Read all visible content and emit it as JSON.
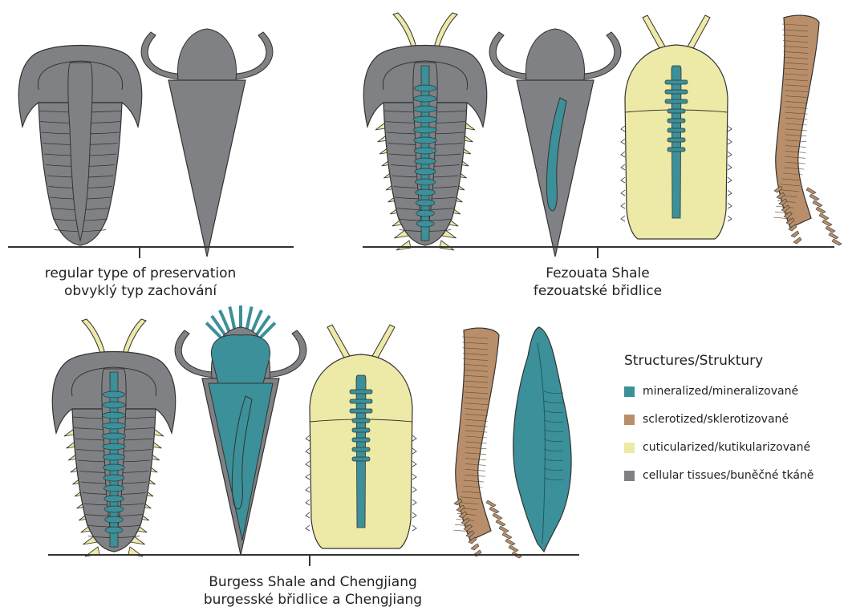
{
  "captions": {
    "regular": {
      "en": "regular type of preservation",
      "cs": "obvyklý typ zachování"
    },
    "fezouata": {
      "en": "Fezouata Shale",
      "cs": "fezouatské břidlice"
    },
    "burgess": {
      "en": "Burgess Shale and Chengjiang",
      "cs": "burgesské břidlice a Chengjiang"
    }
  },
  "legend": {
    "title": "Structures/Struktury",
    "items": [
      {
        "label": "mineralized/mineralizované",
        "color": "#3b9099"
      },
      {
        "label": "sclerotized/sklerotizované",
        "color": "#b88f6a"
      },
      {
        "label": "cuticularized/kutikularizované",
        "color": "#ede9a6"
      },
      {
        "label": "cellular tissues/buněčné tkáně",
        "color": "#808184"
      }
    ]
  },
  "colors": {
    "mineralized": "#3b9099",
    "sclerotized": "#b88f6a",
    "cuticularized": "#ede9a6",
    "cellular": "#808184",
    "stroke": "#333333"
  },
  "figures": {
    "regular": [
      "trilobite",
      "hyolith"
    ],
    "fezouata": [
      "trilobite",
      "hyolith",
      "arthropod-carapace",
      "lobopodian-worm"
    ],
    "burgess": [
      "trilobite",
      "hyolith",
      "arthropod-carapace",
      "lobopodian-worm",
      "soft-bodied-animal"
    ]
  }
}
